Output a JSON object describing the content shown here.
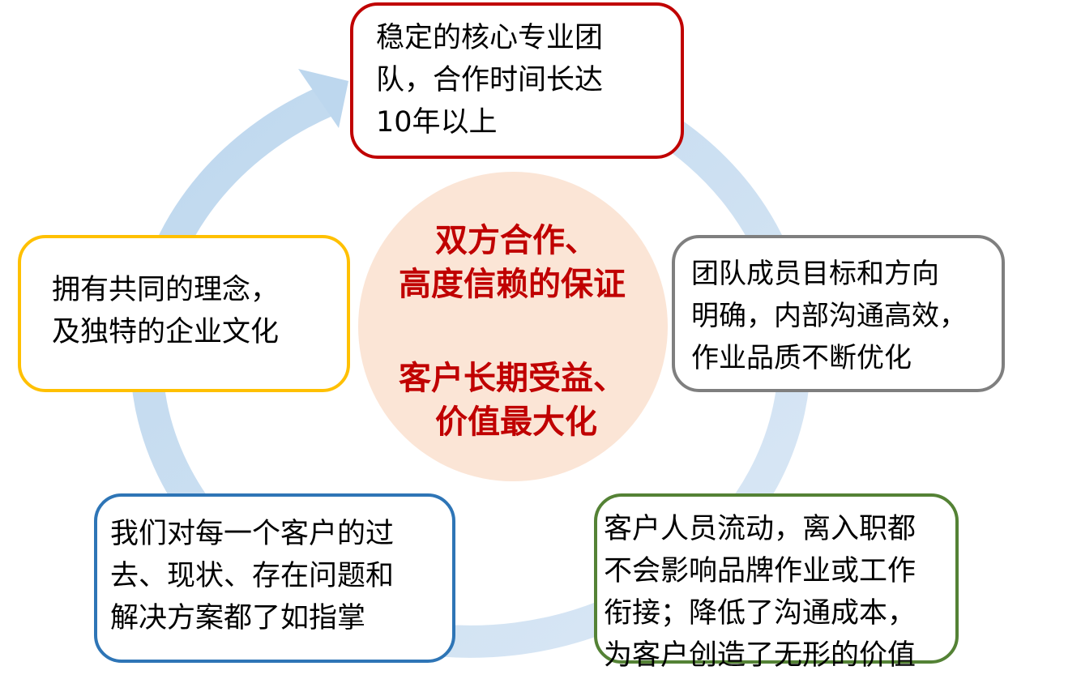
{
  "colors": {
    "ring": "#bdd7ee",
    "center_fill": "#fbe5d6",
    "center_text": "#c00000",
    "top_border": "#c00000",
    "left_border": "#ffc000",
    "right_border": "#7f7f7f",
    "bottom_left_border": "#2e75b6",
    "bottom_right_border": "#548235"
  },
  "center": {
    "lines": [
      "双方合作、",
      "高度信赖的保证",
      "客户长期受益、",
      "价值最大化"
    ]
  },
  "boxes": {
    "top": {
      "lines": [
        "稳定的核心专业团",
        "队，合作时间长达",
        "10年以上"
      ]
    },
    "left": {
      "lines": [
        "拥有共同的理念，",
        "及独特的企业文化"
      ]
    },
    "right": {
      "lines": [
        "团队成员目标和方向",
        "明确，内部沟通高效，",
        "作业品质不断优化"
      ]
    },
    "bottom_left": {
      "lines": [
        "我们对每一个客户的过",
        "去、现状、存在问题和",
        "解决方案都了如指掌"
      ]
    },
    "bottom_right": {
      "lines": [
        "客户人员流动，离入职都",
        "不会影响品牌作业或工作",
        "衔接；降低了沟通成本，",
        "为客户创造了无形的价值"
      ]
    }
  }
}
